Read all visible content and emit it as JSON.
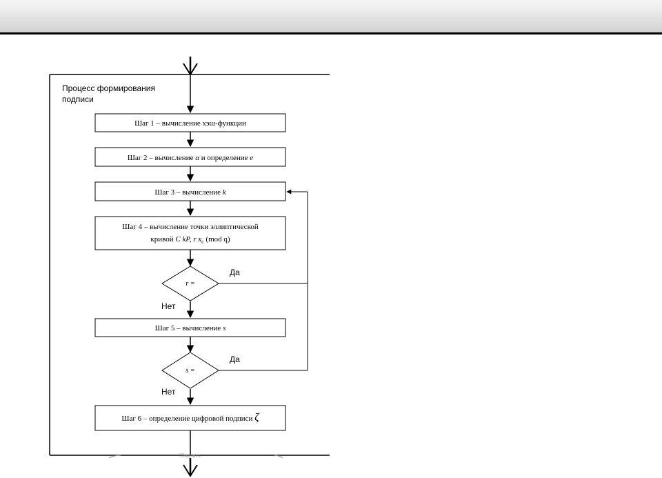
{
  "process_title_line1": "Процесс формирования",
  "process_title_line2": "подписи",
  "steps": {
    "step1": "Шаг 1 – вычисление хэш-функции",
    "step2_a": "Шаг 2 – вычисление ",
    "step2_alpha": "α",
    "step2_b": " и определение ",
    "step2_e": "e",
    "step3_a": "Шаг 3 – вычисление ",
    "step3_k": "k",
    "step4_line1": "Шаг 4 – вычисление точки эллиптической",
    "step4_line2_a": "кривой ",
    "step4_line2_c": "C",
    "step4_line2_b": " kP, r ",
    "step4_line2_x": "x",
    "step4_line2_sub": "c",
    "step4_line2_mod": " (mod q)",
    "step5_a": "Шаг 5 – вычисление ",
    "step5_s": "s",
    "step6_a": "Шаг 6 – определение цифровой подписи ",
    "step6_zeta": "ζ"
  },
  "decisions": {
    "d1": "r =",
    "d2": "s ="
  },
  "branch_labels": {
    "yes1": "Да",
    "no1": "Нет",
    "yes2": "Да",
    "no2": "Нет"
  },
  "cut_caption": "Подпись"
}
